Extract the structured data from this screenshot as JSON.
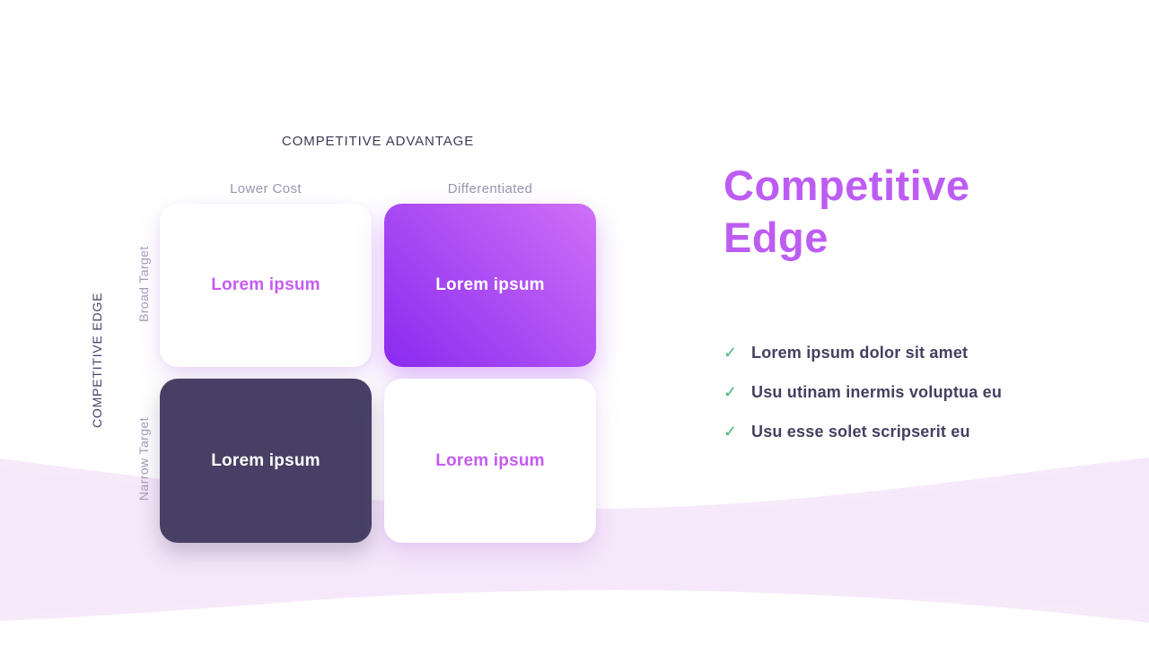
{
  "matrix": {
    "title": "COMPETITIVE ADVANTAGE",
    "columns": [
      "Lower Cost",
      "Differentiated"
    ],
    "axis_label": "COMPETITIVE EDGE",
    "rows": [
      "Broad Target",
      "Narrow Target"
    ],
    "cells": [
      {
        "text": "Lorem ipsum",
        "variant": "white"
      },
      {
        "text": "Lorem ipsum",
        "variant": "gradient"
      },
      {
        "text": "Lorem ipsum",
        "variant": "dark"
      },
      {
        "text": "Lorem ipsum",
        "variant": "white"
      }
    ]
  },
  "panel": {
    "heading_lines": [
      "Competitive",
      "Edge"
    ],
    "check_glyph": "✓",
    "bullets": [
      {
        "text": "Lorem ipsum dolor sit amet"
      },
      {
        "text": "Usu utinam inermis voluptua eu"
      },
      {
        "text": "Usu esse solet scripserit eu"
      }
    ]
  },
  "colors": {
    "accent_purple": "#bd5cf2",
    "card_text_purple": "#c45cf2",
    "gradient_from": "#8a2af0",
    "gradient_to": "#cf70f7",
    "dark_card": "#474064",
    "check_green": "#46b877",
    "wave_pink": "#f5e7fa",
    "wave_pink_light": "#f9effc",
    "body_text": "#434060",
    "label_gray": "#9b94b0",
    "axis_text": "#47426a"
  }
}
